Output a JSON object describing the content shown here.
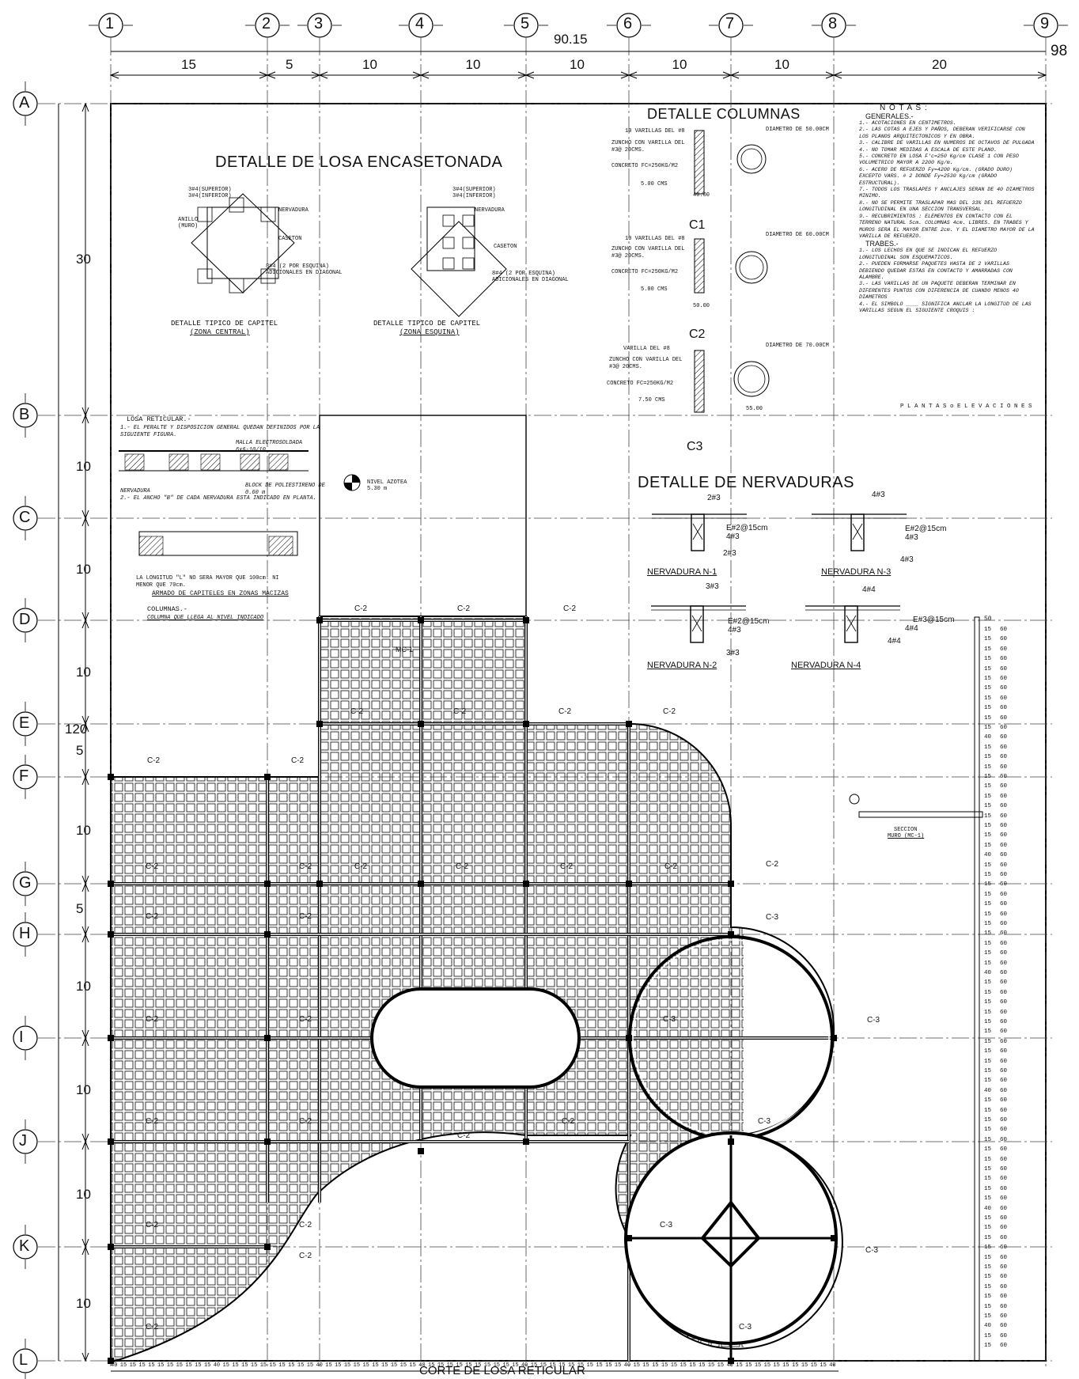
{
  "axes": {
    "columns": [
      "1",
      "2",
      "3",
      "4",
      "5",
      "6",
      "7",
      "8",
      "9"
    ],
    "rows": [
      "A",
      "B",
      "C",
      "D",
      "E",
      "F",
      "G",
      "H",
      "I",
      "J",
      "K",
      "L"
    ]
  },
  "dimensions": {
    "total_width": "90.15",
    "right_total": "98",
    "spans_x": [
      "15",
      "5",
      "10",
      "10",
      "10",
      "10",
      "10",
      "20"
    ],
    "total_height": "120",
    "spans_y": [
      "30",
      "10",
      "10",
      "10",
      "5",
      "10",
      "5",
      "10",
      "10",
      "10",
      "10"
    ]
  },
  "titles": {
    "losa": "DETALLE DE LOSA ENCASETONADA",
    "columnas": "DETALLE COLUMNAS",
    "nervaduras": "DETALLE DE NERVADURAS",
    "corte": "CORTE DE LOSA RETICULAR"
  },
  "capitel": {
    "central_caption": "DETALLE TIPICO DE CAPITEL",
    "central_zone": "(ZONA CENTRAL)",
    "corner_caption": "DETALLE TIPICO DE CAPITEL",
    "corner_zone": "(ZONA ESQUINA)",
    "labels": [
      "3#4(SUPERIOR)",
      "3#4(INFERIOR)",
      "NERVADURA",
      "CASETON",
      "8#4 (2 POR ESQUINA)",
      "ADICIONALES EN DIAGONAL",
      "ANILLO",
      "(MURO)"
    ]
  },
  "columns_detail": {
    "c1": {
      "tag": "C1",
      "bars": "10 VARILLAS DEL #8",
      "tie": "ZUNCHO CON VARILLA DEL #3@ 20CMS.",
      "concrete": "CONCRETO FC=250KG/M2",
      "cover": "5.00 CMS",
      "diameter": "DIAMETRO DE 50.00CM",
      "size": "40.00"
    },
    "c2": {
      "tag": "C2",
      "bars": "10 VARILLAS DEL #8",
      "tie": "ZUNCHO CON VARILLA DEL #3@ 20CMS.",
      "concrete": "CONCRETO FC=250KG/M2",
      "cover": "5.00 CMS",
      "diameter": "DIAMETRO DE 60.00CM",
      "size": "50.00"
    },
    "c3": {
      "tag": "C3",
      "bars": "VARILLA DEL #8",
      "tie": "ZUNCHO CON VARILLA DEL #3@ 20CMS.",
      "concrete": "CONCRETO FC=250KG/M2",
      "cover": "7.50 CMS",
      "diameter": "DIAMETRO DE 70.00CM",
      "size": "55.00"
    }
  },
  "notes": {
    "heading": "N O T A S :",
    "general": "GENERALES.-",
    "items": [
      "1.- ACOTACIONES EN CENTIMETROS.",
      "2.- LAS COTAS A EJES Y PAÑOS, DEBERAN VERIFICARSE CON LOS PLANOS ARQUITECTONICOS Y EN OBRA.",
      "3.- CALIBRE DE VARILLAS EN NUMEROS DE OCTAVOS DE PULGADA",
      "4.- NO TOMAR MEDIDAS A ESCALA DE ESTE PLANO.",
      "5.- CONCRETO EN LOSA F'c=250 Kg/cm CLASE 1 CON PESO VOLUMETRICO MAYOR A 2200 Kg/m.",
      "6.- ACERO DE REFUERZO Fy=4200 Kg/cm. (GRADO DURO) EXCEPTO VARS. # 2 DONDE Fy=2530 Kg/cm (GRADO ESTRUCTURAL).",
      "7.- TODOS LOS TRASLAPES Y ANCLAJES SERAN DE 40 DIAMETROS MINIMO.",
      "8.- NO SE PERMITE TRASLAPAR MAS DEL 33% DEL REFUERZO LONGITUDINAL EN UNA SECCION TRANSVERSAL.",
      "9.- RECUBRIMIENTOS : ELEMENTOS EN CONTACTO CON EL TERRENO NATURAL 5cm. COLUMNAS 4cm. LIBRES. EN TRABES Y MUROS SERA EL MAYOR ENTRE 2cm. Y EL DIAMETRO MAYOR DE LA VARILLA DE REFUERZO."
    ],
    "trabes": "TRABES.-",
    "trabes_items": [
      "1.- LOS LECHOS EN QUE SE INDICAN EL REFUERZO LONGITUDINAL SON ESQUEMATICOS.",
      "2.- PUEDEN FORMARSE PAQUETES HASTA DE 2 VARILLAS DEBIENDO QUEDAR ESTAS EN CONTACTO Y AMARRADAS CON ALAMBRE.",
      "3.- LAS VARILLAS DE UN PAQUETE DEBERAN TERMINAR EN DIFERENTES PUNTOS CON DIFERENCIA DE CUANDO MENOS 40 DIAMETROS",
      "4.- EL SIMBOLO ____ SIGNIFICA ANCLAR LA LONGITUD DE LAS VARILLAS SEGUN EL SIGUIENTE CROQUIS :"
    ],
    "plantas": "P L A N T A S  o  E L E V A C I O N E S"
  },
  "losa_reticular": {
    "heading": "LOSA RETICULAR.-",
    "note1": "1.- EL PERALTE Y DISPOSICION GENERAL QUEDAN DEFINIDOS POR LA SIGUIENTE FIGURA.",
    "malla": "MALLA ELECTROSOLDADA 6x6-10/10",
    "nervadura": "NERVADURA",
    "block": "BLOCK DE POLIESTIRENO DE 0.60 m",
    "note2": "2.- EL ANCHO \"B\" DE CADA NERVADURA ESTA INDICADO EN PLANTA.",
    "longitud": "LA LONGITUD \"L\" NO SERA MAYOR QUE 100cm. NI MENOR QUE 70cm.",
    "armado": "ARMADO DE CAPITELES EN ZONAS MACIZAS",
    "columnas": "COLUMNAS.-",
    "columnas_note": "COLUMNA QUE LLEGA AL NIVEL INDICADO",
    "nivel": "NIVEL AZOTEA",
    "nivel_val": "5.30 m"
  },
  "nervaduras": {
    "n1": {
      "name": "NERVADURA N-1",
      "top": "2#3",
      "stirrup": "E#2@15cm",
      "mid": "4#3",
      "bottom": "2#3"
    },
    "n2": {
      "name": "NERVADURA N-2",
      "top": "3#3",
      "stirrup": "E#2@15cm",
      "mid": "4#3",
      "bottom": "3#3"
    },
    "n3": {
      "name": "NERVADURA N-3",
      "top": "4#3",
      "stirrup": "E#2@15cm",
      "mid": "4#3",
      "bottom": "4#3"
    },
    "n4": {
      "name": "NERVADURA N-4",
      "top": "4#4",
      "stirrup": "E#3@15cm",
      "mid": "4#4",
      "bottom": "4#4"
    }
  },
  "muro": {
    "tag": "MC-1",
    "caption": "SECCION",
    "caption2": "MURO (MC-1)"
  },
  "column_tags": {
    "c2": "C-2",
    "c3": "C-3"
  },
  "corte_values": {
    "top": [
      "40",
      "15",
      "15",
      "15",
      "15",
      "15",
      "15",
      "15",
      "15",
      "15",
      "15",
      "40",
      "15",
      "15",
      "15",
      "15",
      "15",
      "15",
      "15",
      "15",
      "15",
      "15",
      "40",
      "15",
      "15",
      "15",
      "15",
      "15",
      "15",
      "15",
      "15",
      "15",
      "15",
      "40",
      "15",
      "15",
      "15",
      "15",
      "15",
      "15",
      "15",
      "15",
      "15",
      "15",
      "40",
      "15",
      "15",
      "15",
      "15",
      "15",
      "15",
      "15",
      "15",
      "15",
      "15",
      "40",
      "15",
      "15",
      "15",
      "15",
      "15",
      "15",
      "15",
      "15",
      "15",
      "15",
      "40",
      "15",
      "15",
      "15",
      "15",
      "15",
      "15",
      "15",
      "15",
      "15",
      "15",
      "40"
    ],
    "bottom_unit": "50",
    "bottom_rib": "60"
  },
  "side_strip": {
    "top": "50",
    "block": "60",
    "rib": "15",
    "joint": "40"
  }
}
